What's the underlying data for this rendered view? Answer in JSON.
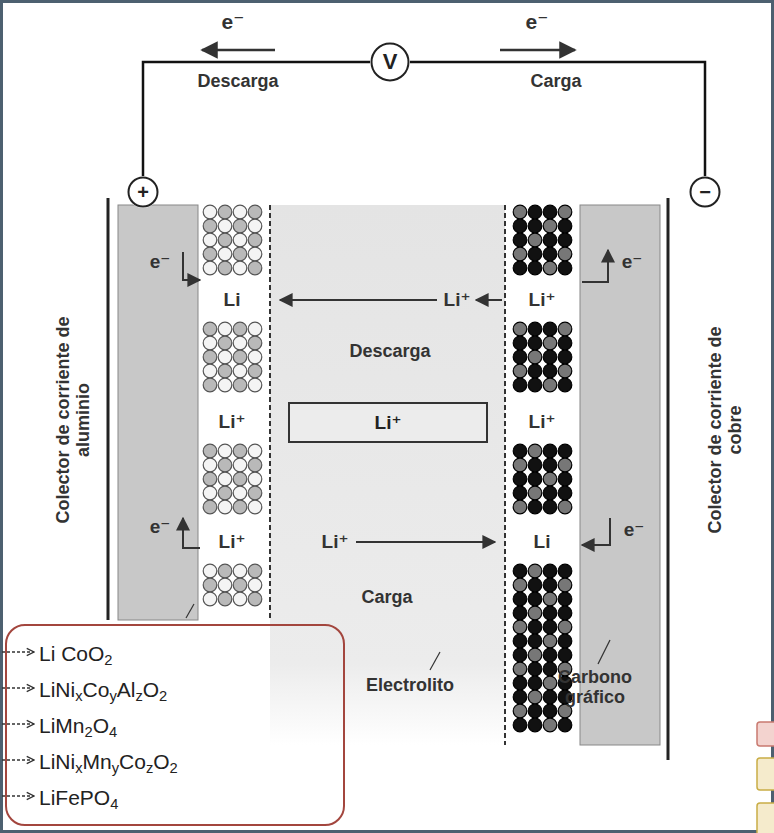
{
  "diagram": {
    "nodes": [
      {
        "text": [
          "+"
        ]
      },
      {
        "text": [
          "V"
        ]
      },
      {
        "text": [
          "−"
        ]
      },
      {
        "text": [
          "Li⁺"
        ]
      },
      {
        "text": [
          "Li CoO2",
          "LiNixCoyAlzO2",
          "LiMn2O4",
          "LiNixMnyCozO2",
          "LiFePO4"
        ]
      }
    ],
    "edges": [
      {
        "from": 0,
        "to": 1,
        "arrow": "none"
      },
      {
        "from": 1,
        "to": 2,
        "arrow": "none"
      }
    ],
    "labels": [
      "e⁻",
      "Descarga",
      "e⁻",
      "Carga",
      "Colector de corriente de aluminio",
      "Colector de corriente de cobre",
      "e⁻",
      "e⁻",
      "e⁻",
      "e⁻",
      "Li",
      "Li⁺",
      "Li⁺",
      "Li⁺",
      "Li⁺",
      "Li",
      "Li⁺",
      "Descarga",
      "Li⁺",
      "Carga",
      "Electrolito",
      "Carbono gráfico"
    ]
  }
}
